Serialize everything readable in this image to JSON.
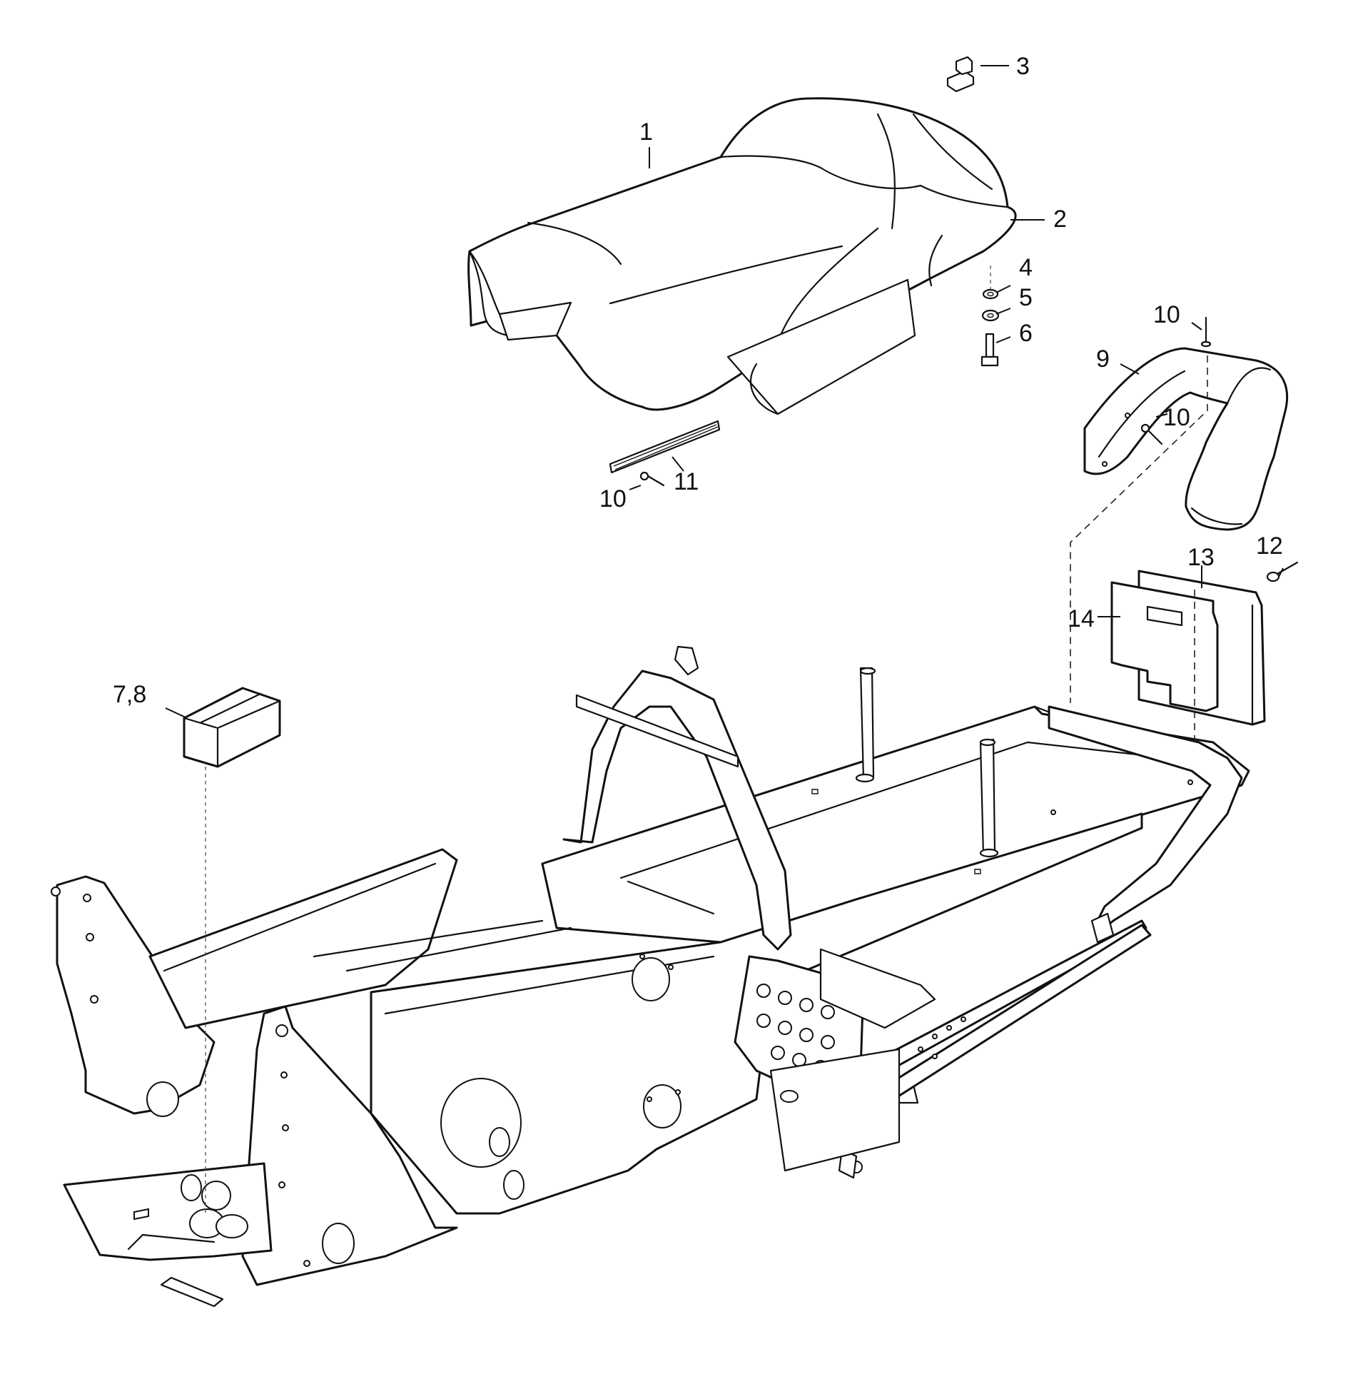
{
  "callouts": {
    "c1": "1",
    "c2": "2",
    "c3": "3",
    "c4": "4",
    "c5": "5",
    "c6": "6",
    "c78": "7,8",
    "c9": "9",
    "c10a": "10",
    "c10b": "10",
    "c10c": "10",
    "c11": "11",
    "c12": "12",
    "c13": "13",
    "c14": "14"
  }
}
